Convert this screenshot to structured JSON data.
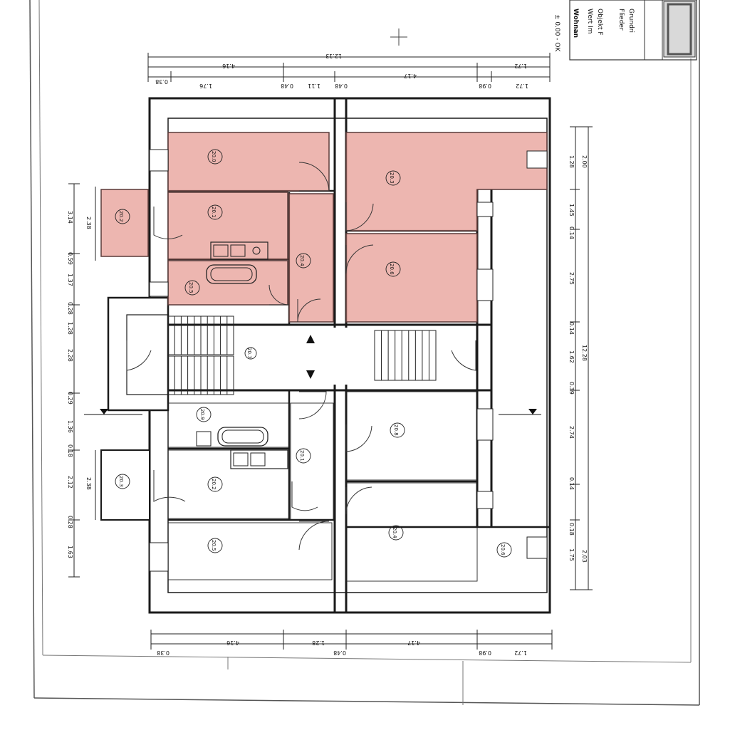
{
  "title_block": {
    "title": "Wohnan",
    "line2": "Wert Im",
    "line3": "Objekt F",
    "line4": "Flieder",
    "line5": "Grundri",
    "level": "± 0.00 - OK"
  },
  "dimensions": {
    "top_total": "12.13",
    "top_segments": [
      "4.16",
      "4.17",
      "1.72"
    ],
    "top_segments_fine": [
      "0.38",
      "1.76",
      "0.48",
      "1.11",
      "0.48",
      "0.98",
      "1.72"
    ],
    "bottom_segments": [
      "4.16",
      "1.28",
      "4.17",
      "1.72"
    ],
    "bottom_segments_fine": [
      "0.38",
      "0.48",
      "0.98"
    ],
    "right_segments": [
      "1.28",
      "1.45",
      "0.14",
      "2.75",
      "0.14",
      "1.62",
      "0.39",
      "2.74",
      "0.14",
      "0.18",
      "1.75"
    ],
    "right_outer": [
      "2.00",
      "12.28",
      "2.03"
    ],
    "left_segments": [
      "3.14",
      "0.59",
      "1.37",
      "0.28",
      "1.28",
      "2.28",
      "0.29",
      "1.36",
      "0.18",
      "2.12",
      "0.28",
      "1.63"
    ],
    "left_balcony": [
      "2.38",
      "2.38"
    ]
  },
  "rooms": [
    {
      "id": "r1",
      "label": "20.0"
    },
    {
      "id": "r2",
      "label": "20.3"
    },
    {
      "id": "r3",
      "label": "20.2"
    },
    {
      "id": "r4",
      "label": "20.1"
    },
    {
      "id": "r5",
      "label": "20.4"
    },
    {
      "id": "r6",
      "label": "20.5"
    },
    {
      "id": "r7",
      "label": "20.6"
    },
    {
      "id": "r8",
      "label": "20.7"
    },
    {
      "id": "r9",
      "label": "20.8"
    },
    {
      "id": "r10",
      "label": "20.9"
    },
    {
      "id": "r11",
      "label": "20.1"
    },
    {
      "id": "r12",
      "label": "20.2"
    },
    {
      "id": "r13",
      "label": "20.3"
    },
    {
      "id": "r14",
      "label": "20.4"
    },
    {
      "id": "r15",
      "label": "20.5"
    },
    {
      "id": "r16",
      "label": "20.6"
    }
  ],
  "colors": {
    "highlight": "#e8a29a",
    "line": "#1a1a1a",
    "paper": "#ffffff"
  }
}
